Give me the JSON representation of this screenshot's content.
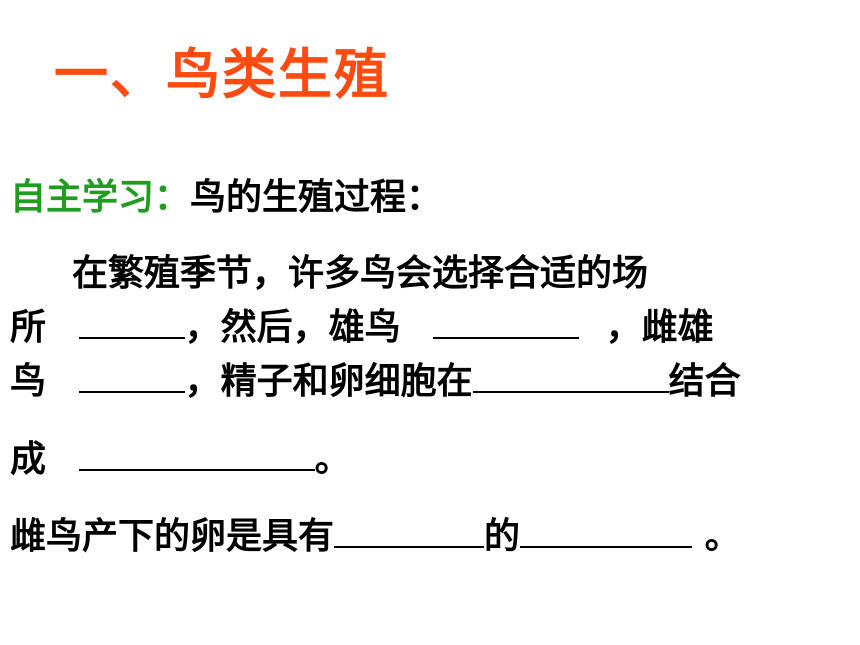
{
  "title": "一、鸟类生殖",
  "section_label": "自主学习：",
  "section_title": "鸟的生殖过程：",
  "para1": {
    "line1": "在繁殖季节，许多鸟会选择合适的场",
    "line2_a": "所",
    "line2_b": "，然后，雄鸟",
    "line2_c": "，雌雄",
    "line3_a": "鸟",
    "line3_b": "，精子和卵细胞在",
    "line3_c": "结合",
    "line4_a": "成",
    "line4_b": "。"
  },
  "para2": {
    "a": "雌鸟产下的卵是具有",
    "b": "的",
    "c": " 。"
  },
  "colors": {
    "title": "#ff4a12",
    "label": "#1f9d1f",
    "text": "#000000"
  }
}
